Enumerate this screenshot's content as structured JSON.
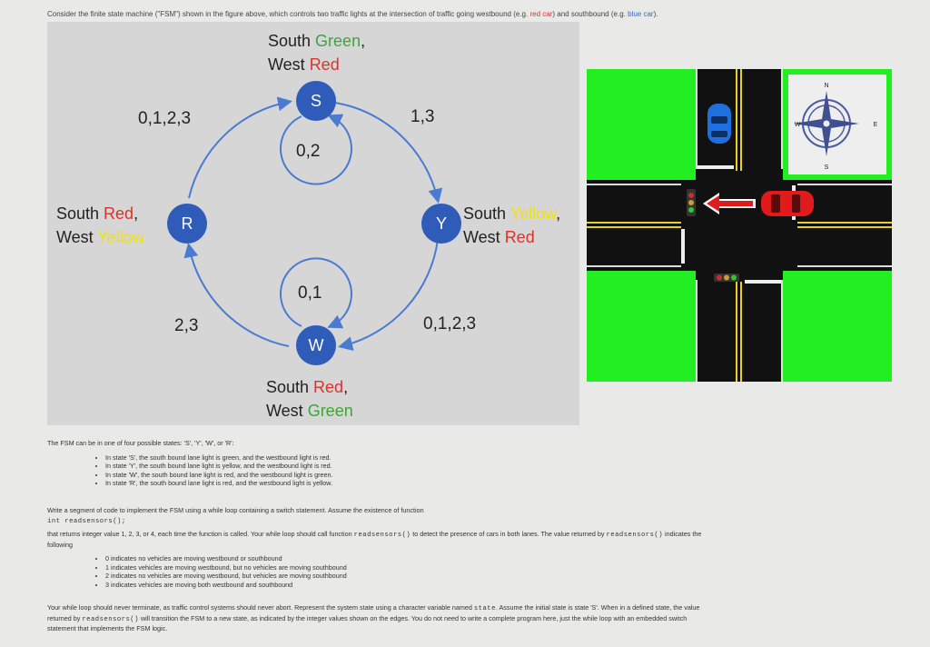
{
  "header": {
    "pre": "Consider the finite state machine (\"FSM\") shown in the figure above, which controls two traffic lights at the intersection of traffic going westbound (e.g.",
    "red_car": "red car",
    "mid": ") and southbound (e.g.",
    "blue_car": "blue car",
    "post": ")."
  },
  "fsm": {
    "states": [
      {
        "id": "S",
        "label_line1_a": "South ",
        "label_line1_b": "Green",
        "label_line1_c": ",",
        "label_line2_a": "West ",
        "label_line2_b": "Red"
      },
      {
        "id": "Y",
        "label_line1_a": "South ",
        "label_line1_b": "Yellow",
        "label_line1_c": ",",
        "label_line2_a": "West ",
        "label_line2_b": "Red"
      },
      {
        "id": "W",
        "label_line1_a": "South ",
        "label_line1_b": "Red",
        "label_line1_c": ",",
        "label_line2_a": "West ",
        "label_line2_b": "Green"
      },
      {
        "id": "R",
        "label_line1_a": "South ",
        "label_line1_b": "Red",
        "label_line1_c": ",",
        "label_line2_a": "West ",
        "label_line2_b": "Yellow"
      }
    ],
    "edges": {
      "r_to_s": "0,1,2,3",
      "s_to_y": "1,3",
      "s_self": "0,2",
      "y_to_w": "0,1,2,3",
      "w_self": "0,1",
      "w_to_r": "2,3"
    }
  },
  "map": {
    "compass": {
      "n": "N",
      "s": "S",
      "e": "E",
      "w": "W"
    }
  },
  "body": {
    "intro": "The FSM can be in one of four possible states: 'S', 'Y', 'W', or 'R':",
    "states_list": [
      "In state 'S', the south bound lane light is green, and the westbound light is red.",
      "In state 'Y', the south bound lane light is yellow, and the westbound light is red.",
      "In state 'W', the south bound lane light is red, and the westbound light is green.",
      "In state 'R', the south bound lane light is red, and the westbound light is yellow."
    ],
    "write_segment": "Write a segment of code to implement the FSM using a while loop containing a switch statement. Assume the existence of function",
    "function_sig": "int readsensors();",
    "returns_pre": "that returns integer value 1, 2, 3, or 4, each time the function is called. Your while loop should call function",
    "returns_fn": "readsensors()",
    "returns_mid": "to detect the presence of cars in both lanes. The value returned by",
    "returns_fn2": "readsensors()",
    "returns_post": "indicates the",
    "following": "following",
    "values_list": [
      "0 indicates no vehicles are moving westbound or southbound",
      "1 indicates vehicles are moving westbound, but no vehicles are moving southbound",
      "2 indicates no vehicles are moving westbound, but vehicles are moving southbound",
      "3 indicates vehicles are moving both westbound and southbound"
    ],
    "final_1a": "Your while loop should never terminate, as traffic control systems should never abort. Represent the system state using a character variable named",
    "final_1b": "state",
    "final_1c": ". Assume the initial state is state 'S'. When in a defined state, the value",
    "final_2a": "returned by",
    "final_2b": "readsensors()",
    "final_2c": "will transition the FSM to a new state, as indicated by the integer values shown on the edges. You do not need to write a complete program here, just the while loop with an embedded switch",
    "final_3": "statement that implements the FSM logic."
  },
  "colors": {
    "node": "#2e5cb8",
    "grass": "#22ee22",
    "road": "#111111",
    "panel": "#d6d6d6"
  }
}
